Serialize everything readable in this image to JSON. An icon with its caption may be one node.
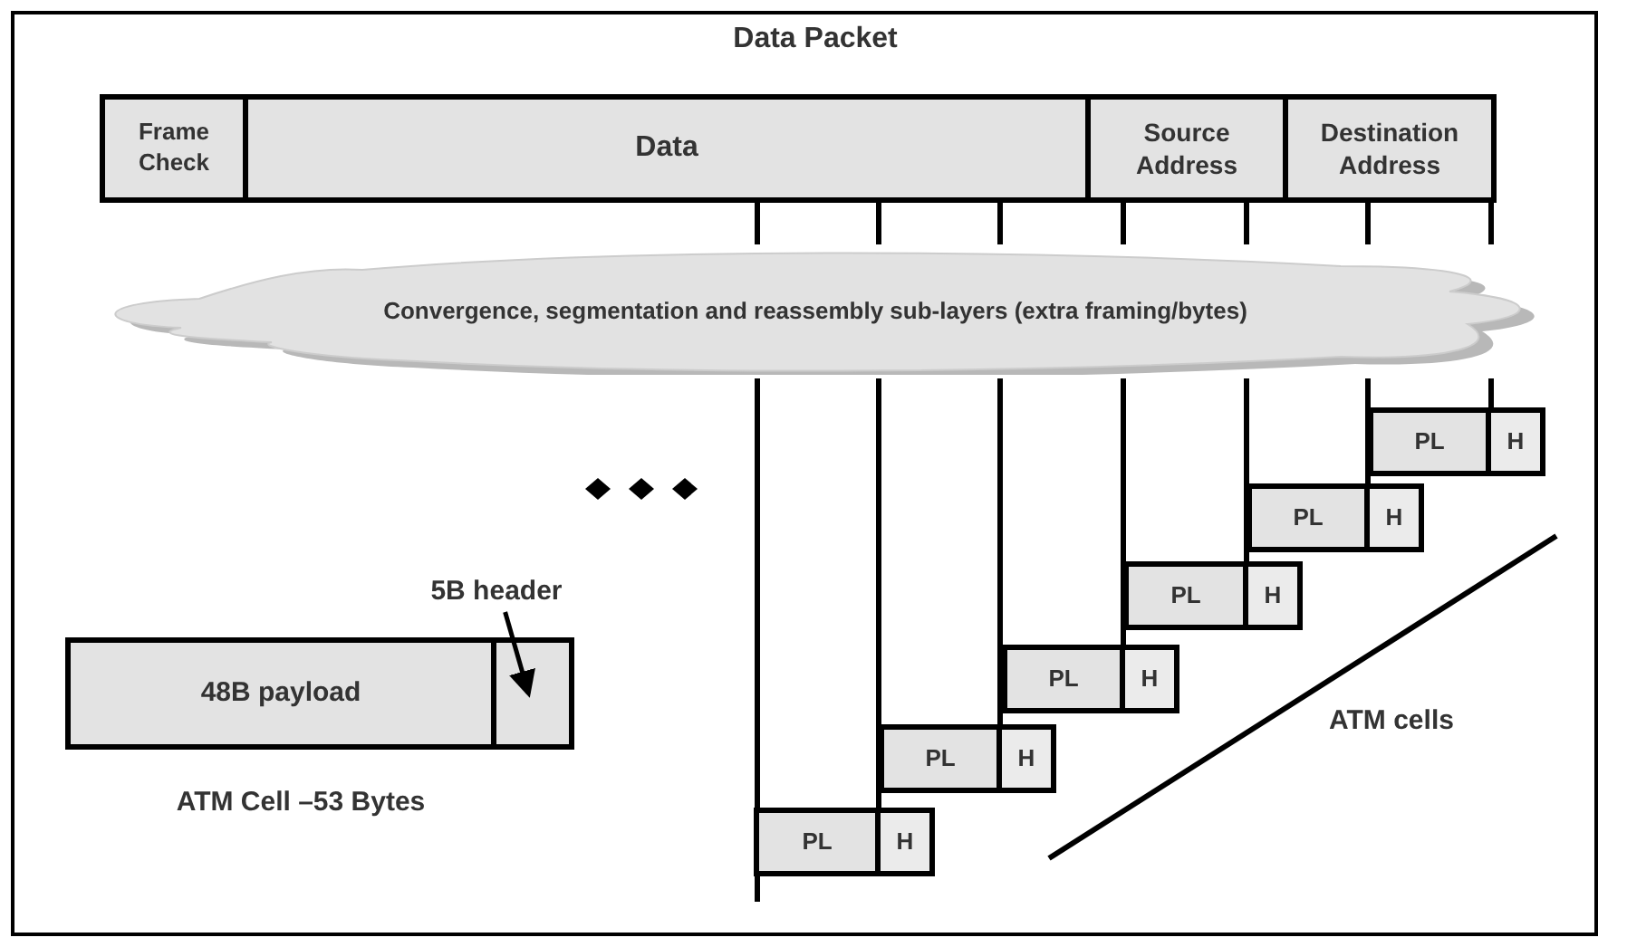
{
  "diagram": {
    "title": "Data Packet",
    "nodes": [
      {
        "text": [
          "Frame Check"
        ]
      },
      {
        "text": [
          "Data"
        ]
      },
      {
        "text": [
          "Source Address"
        ]
      },
      {
        "text": [
          "Destination Address"
        ]
      },
      {
        "text": [
          "Convergence, segmentation and reassembly sub-layers (extra framing/bytes)"
        ]
      },
      {
        "text": [
          "PL"
        ]
      },
      {
        "text": [
          "H"
        ]
      },
      {
        "text": [
          "PL"
        ]
      },
      {
        "text": [
          "H"
        ]
      },
      {
        "text": [
          "PL"
        ]
      },
      {
        "text": [
          "H"
        ]
      },
      {
        "text": [
          "PL"
        ]
      },
      {
        "text": [
          "H"
        ]
      },
      {
        "text": [
          "PL"
        ]
      },
      {
        "text": [
          "H"
        ]
      },
      {
        "text": [
          "PL"
        ]
      },
      {
        "text": [
          "H"
        ]
      },
      {
        "text": [
          "5B header"
        ]
      },
      {
        "text": [
          "48B payload"
        ]
      },
      {
        "text": [],
        "shape": "box"
      }
    ],
    "edges": [
      {
        "from": 17,
        "to": 19,
        "arrow": "to"
      }
    ],
    "labels": [
      "ATM cells",
      "ATM Cell –53 Bytes"
    ]
  }
}
